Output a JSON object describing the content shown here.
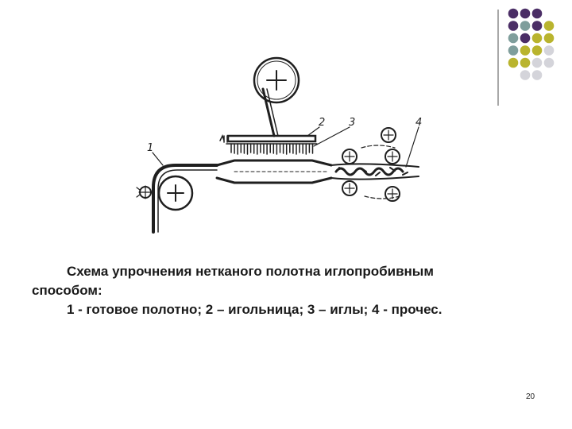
{
  "decoration": {
    "dot_colors": {
      "purple": "#4b2e66",
      "teal": "#7f9e9c",
      "olive": "#b9b42e",
      "gray": "#d4d4da"
    },
    "dot_grid": [
      [
        "purple",
        "purple",
        "purple",
        null
      ],
      [
        "purple",
        "teal",
        "purple",
        "olive"
      ],
      [
        "teal",
        "purple",
        "olive",
        "olive"
      ],
      [
        "teal",
        "olive",
        "olive",
        "gray"
      ],
      [
        "olive",
        "olive",
        "gray",
        "gray"
      ],
      [
        null,
        "gray",
        "gray",
        null
      ]
    ],
    "line_color": "#8a8a8a"
  },
  "diagram": {
    "labels": {
      "l1": "1",
      "l2": "2",
      "l3": "3",
      "l4": "4"
    },
    "stroke_color": "#1f1f1f"
  },
  "caption": {
    "line1": "Схема упрочнения нетканого полотна иглопробивным",
    "line2": "способом:",
    "line3": "1 - готовое полотно; 2 – игольница; 3 – иглы; 4 -  прочес."
  },
  "page_number": "20"
}
